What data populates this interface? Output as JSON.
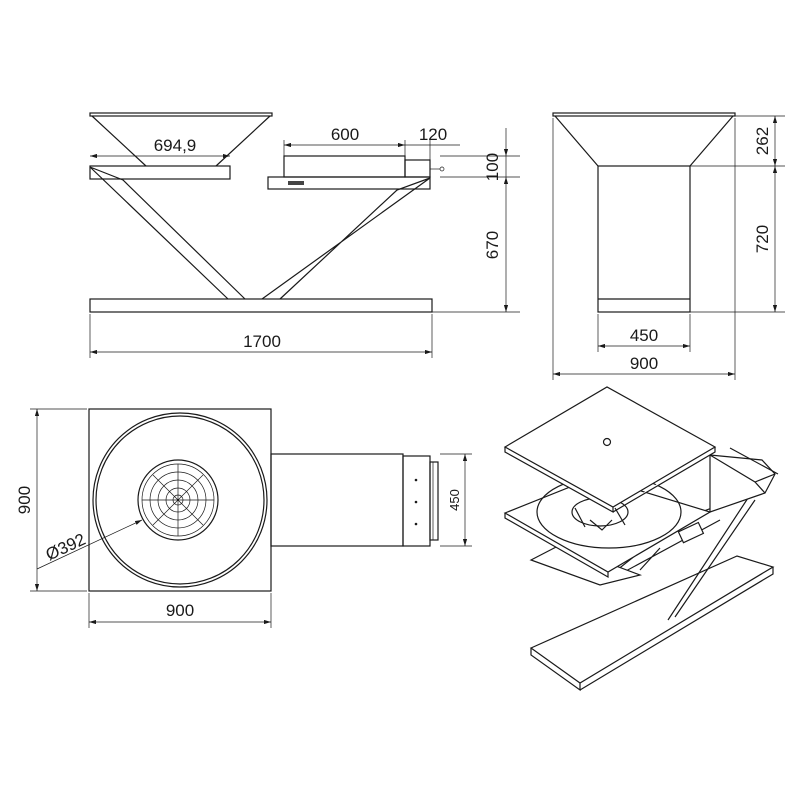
{
  "front_view": {
    "hopper_width": "694,9",
    "drawer_length": "600",
    "drawer_handle": "120",
    "drawer_height": "100",
    "leg_height": "670",
    "total_length": "1700"
  },
  "side_view": {
    "hopper_height": "262",
    "body_height": "720",
    "body_width": "450",
    "total_width": "900"
  },
  "top_view": {
    "depth": "900",
    "width": "900",
    "grate_diameter": "Ø392",
    "drawer_width": "450"
  },
  "colors": {
    "line": "#1a1a1a",
    "background": "#ffffff"
  }
}
